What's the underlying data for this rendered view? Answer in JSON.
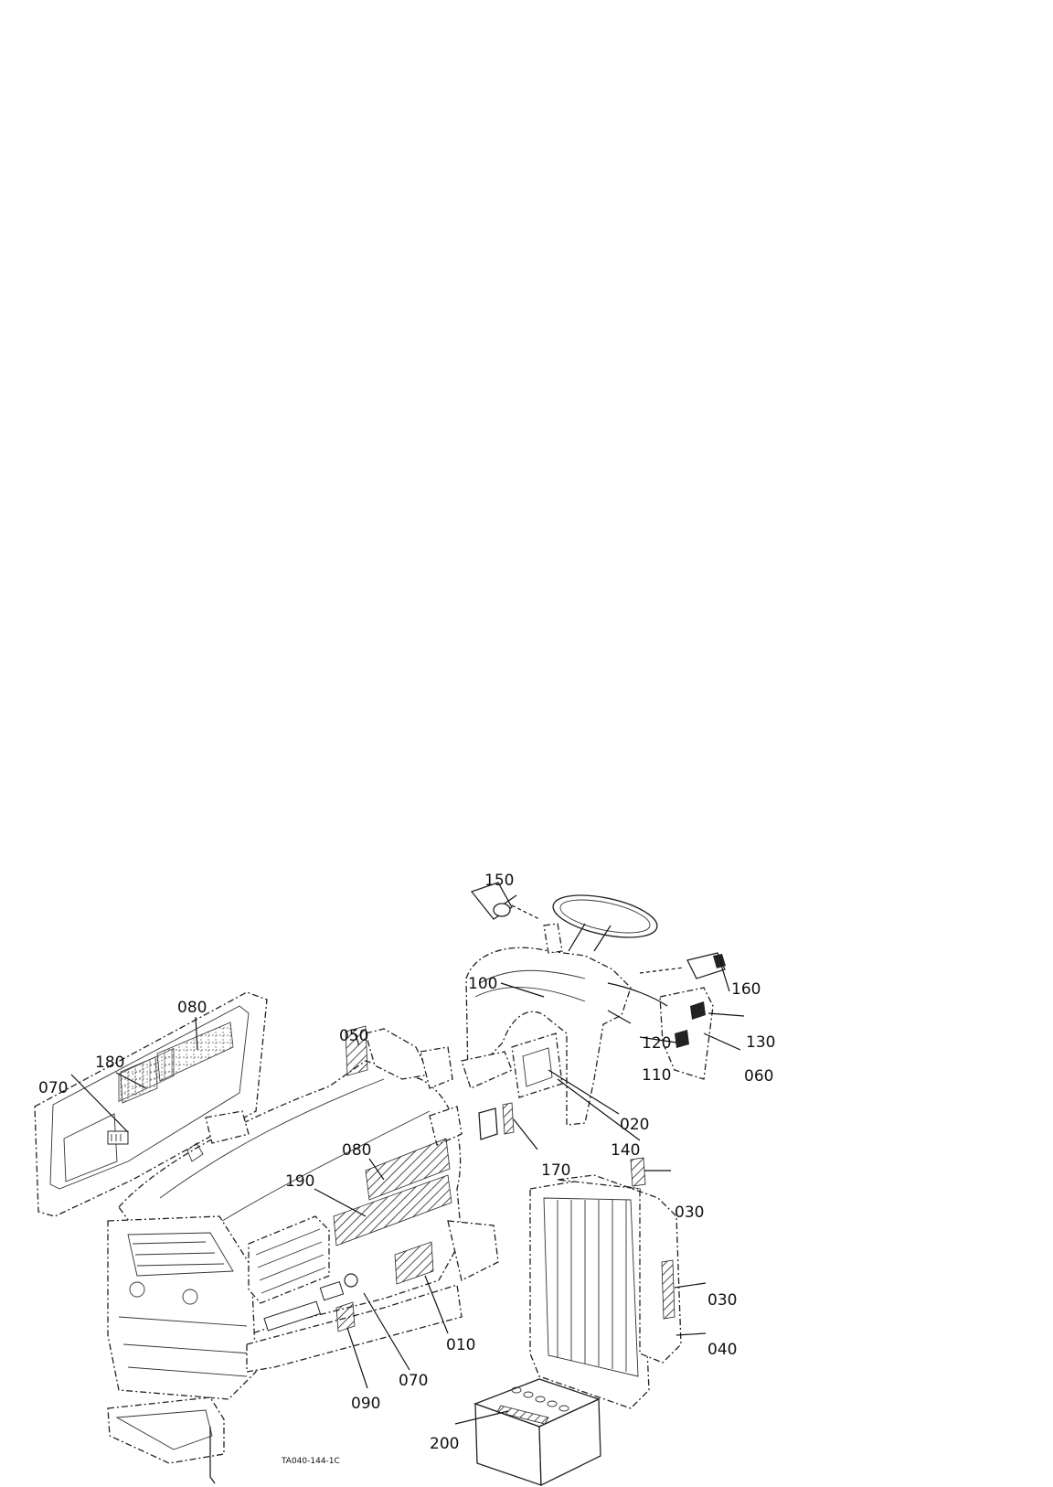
{
  "figure_code": "TA040-144-1C",
  "labels": {
    "l010": "010",
    "l020": "020",
    "l030a": "030",
    "l030b": "030",
    "l040": "040",
    "l050": "050",
    "l060": "060",
    "l070a": "070",
    "l070b": "070",
    "l080a": "080",
    "l080b": "080",
    "l090": "090",
    "l100": "100",
    "l110": "110",
    "l120": "120",
    "l130": "130",
    "l140": "140",
    "l150": "150",
    "l160": "160",
    "l170": "170",
    "l180": "180",
    "l190": "190",
    "l200": "200"
  }
}
